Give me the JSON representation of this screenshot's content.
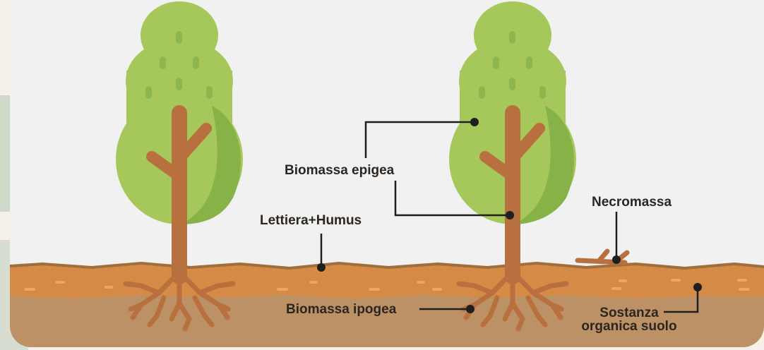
{
  "labels": {
    "biomassa_epigea": "Biomassa epigea",
    "lettiera_humus": "Lettiera+Humus",
    "necromassa": "Necromassa",
    "biomassa_ipogea": "Biomassa ipogea",
    "sostanza_line1": "Sostanza",
    "sostanza_line2": "organica suolo"
  },
  "colors": {
    "background": "#f5f1ea",
    "panel": "#f1f1f1",
    "side_band": "#cfd9c8",
    "canopy_light": "#a6c75a",
    "canopy_dark": "#86b248",
    "canopy_dots": "#8eb64f",
    "trunk": "#b9703f",
    "litter": "#d58a45",
    "litter_dash": "#eaa868",
    "soil": "#bb9165",
    "soil_edge": "#a06d3c",
    "leader_line": "#1f1f1f"
  }
}
